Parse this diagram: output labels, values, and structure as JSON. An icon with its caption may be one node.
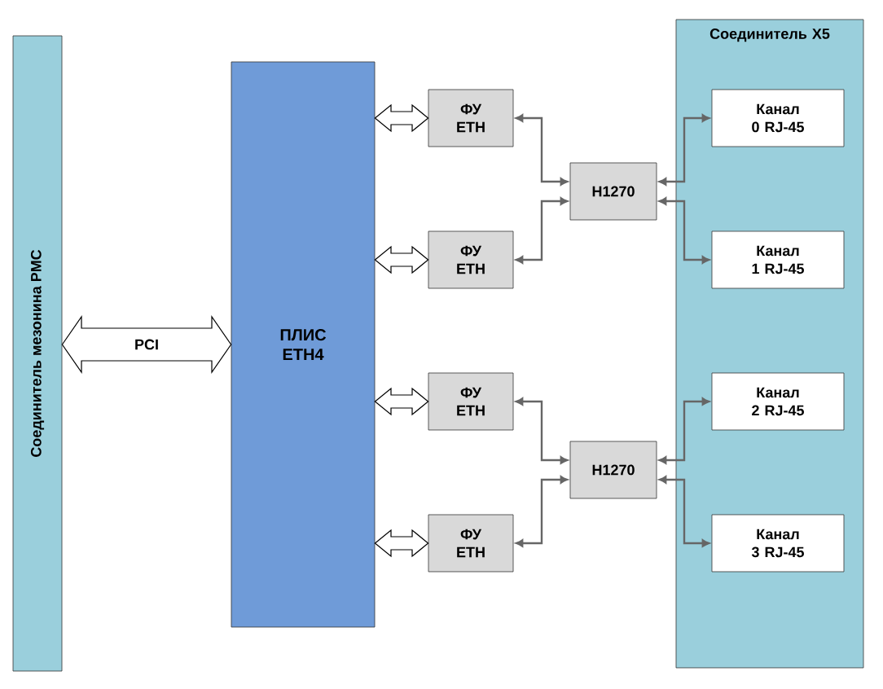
{
  "diagram": {
    "nodes": [
      {
        "text": [
          "Соединитель мезонина PMC"
        ]
      },
      {
        "text": [
          "ПЛИС ETH4"
        ]
      },
      {
        "text": [
          "ФУ ETH"
        ]
      },
      {
        "text": [
          "ФУ ETH"
        ]
      },
      {
        "text": [
          "ФУ ETH"
        ]
      },
      {
        "text": [
          "ФУ ETH"
        ]
      },
      {
        "text": [
          "H1270"
        ]
      },
      {
        "text": [
          "H1270"
        ]
      },
      {
        "text": [
          "Соединитель X5"
        ]
      },
      {
        "text": [
          "Канал 0 RJ-45"
        ],
        "in": 8
      },
      {
        "text": [
          "Канал 1 RJ-45"
        ],
        "in": 8
      },
      {
        "text": [
          "Канал 2 RJ-45"
        ],
        "in": 8
      },
      {
        "text": [
          "Канал 3 RJ-45"
        ],
        "in": 8
      }
    ],
    "edges": [
      {
        "from": 0,
        "to": 1,
        "arrow": "both",
        "label": "PCI",
        "style": "thick",
        "color": "#000000"
      },
      {
        "from": 1,
        "to": 2,
        "arrow": "both",
        "style": "thick",
        "color": "#000000"
      },
      {
        "from": 1,
        "to": 3,
        "arrow": "both",
        "style": "thick",
        "color": "#000000"
      },
      {
        "from": 1,
        "to": 4,
        "arrow": "both",
        "style": "thick",
        "color": "#000000"
      },
      {
        "from": 1,
        "to": 5,
        "arrow": "both",
        "style": "thick",
        "color": "#000000"
      },
      {
        "from": 2,
        "to": 6,
        "arrow": "both"
      },
      {
        "from": 3,
        "to": 6,
        "arrow": "both"
      },
      {
        "from": 4,
        "to": 7,
        "arrow": "both"
      },
      {
        "from": 5,
        "to": 7,
        "arrow": "both"
      },
      {
        "from": 6,
        "to": 9,
        "arrow": "both"
      },
      {
        "from": 6,
        "to": 10,
        "arrow": "both"
      },
      {
        "from": 7,
        "to": 11,
        "arrow": "both"
      },
      {
        "from": 7,
        "to": 12,
        "arrow": "both"
      }
    ]
  }
}
